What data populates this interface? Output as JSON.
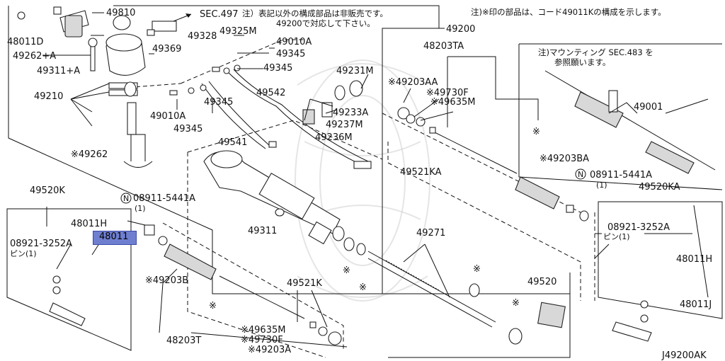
{
  "notes": {
    "top_left": "注）表記以外の構成部品は非販売です。",
    "top_left_2": "49200で対応して下さい。",
    "top_right": "注)※印の部品は、コード49011Kの構成を示します。",
    "mounting_1": "注)マウンティング SEC.483 を",
    "mounting_2": "参照願います。"
  },
  "figure_code": "J49200AK",
  "sec_ref": "SEC.497",
  "labels": {
    "l49810": "49810",
    "l48011D": "48011D",
    "l49262A": "49262+A",
    "l49311A": "49311+A",
    "l49328": "49328",
    "l49325M": "49325M",
    "l49369": "49369",
    "l49210": "49210",
    "l49262s": "※49262",
    "l49010A_a": "49010A",
    "l49345_a": "49345",
    "l49345_b": "49345",
    "l49010A_b": "49010A",
    "l49345_c": "49345",
    "l49345_d": "49345",
    "l49542": "49542",
    "l49541": "49541",
    "l49231M": "49231M",
    "l49233A": "49233A",
    "l49237M": "49237M",
    "l49236M": "49236M",
    "l49200": "49200",
    "l48203TA": "48203TA",
    "l49203AA": "※49203AA",
    "l49730F_a": "※49730F",
    "l49635M_a": "※49635M",
    "l49001": "49001",
    "l49203BA": "※49203BA",
    "l49521KA": "49521KA",
    "l08911_a": "08911-5441A",
    "l08911_a_q": "(1)",
    "l49520KA": "49520KA",
    "l08921_a": "08921-3252A",
    "l08921_a_q": "ピン(1)",
    "l48011H_a": "48011H",
    "l48011J": "48011J",
    "l49520K": "49520K",
    "l08911_b": "08911-5441A",
    "l08911_b_q": "(1)",
    "l48011H_b": "48011H",
    "l08921_b": "08921-3252A",
    "l08921_b_q": "ピン(1)",
    "l48011": "48011",
    "l49311": "49311",
    "l49271": "49271",
    "l49203B": "※49203B",
    "l49521K": "49521K",
    "l49520": "49520",
    "l48203T": "48203T",
    "l49635M_b": "※49635M",
    "l49730F_b": "※49730F",
    "l49203A": "※49203A",
    "star": "※"
  },
  "colors": {
    "highlight": "#6f7fd0",
    "ink": "#111111"
  }
}
